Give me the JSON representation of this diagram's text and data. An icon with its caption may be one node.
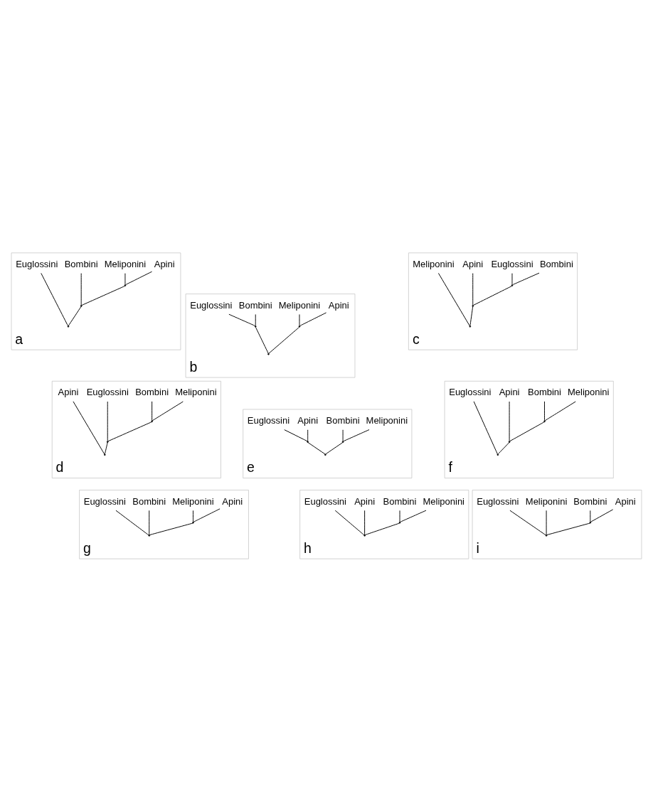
{
  "diagram": {
    "nodes": [
      {
        "text": [
          "a"
        ]
      },
      {
        "text": [
          "Euglossini"
        ],
        "in": 0
      },
      {
        "text": [
          "Bombini"
        ],
        "in": 0
      },
      {
        "text": [
          "Meliponini"
        ],
        "in": 0
      },
      {
        "text": [
          "Apini"
        ],
        "in": 0
      },
      {
        "text": [],
        "shape": "point",
        "in": 0
      },
      {
        "text": [],
        "shape": "point",
        "in": 0
      },
      {
        "text": [],
        "shape": "point",
        "in": 0
      },
      {
        "text": [
          "b"
        ]
      },
      {
        "text": [
          "Euglossini"
        ],
        "in": 8
      },
      {
        "text": [
          "Bombini"
        ],
        "in": 8
      },
      {
        "text": [
          "Meliponini"
        ],
        "in": 8
      },
      {
        "text": [
          "Apini"
        ],
        "in": 8
      },
      {
        "text": [],
        "shape": "point",
        "in": 8
      },
      {
        "text": [],
        "shape": "point",
        "in": 8
      },
      {
        "text": [],
        "shape": "point",
        "in": 8
      },
      {
        "text": [
          "c"
        ]
      },
      {
        "text": [
          "Meliponini"
        ],
        "in": 16
      },
      {
        "text": [
          "Apini"
        ],
        "in": 16
      },
      {
        "text": [
          "Euglossini"
        ],
        "in": 16
      },
      {
        "text": [
          "Bombini"
        ],
        "in": 16
      },
      {
        "text": [],
        "shape": "point",
        "in": 16
      },
      {
        "text": [],
        "shape": "point",
        "in": 16
      },
      {
        "text": [],
        "shape": "point",
        "in": 16
      },
      {
        "text": [
          "d"
        ]
      },
      {
        "text": [
          "Apini"
        ],
        "in": 24
      },
      {
        "text": [
          "Euglossini"
        ],
        "in": 24
      },
      {
        "text": [
          "Bombini"
        ],
        "in": 24
      },
      {
        "text": [
          "Meliponini"
        ],
        "in": 24
      },
      {
        "text": [],
        "shape": "point",
        "in": 24
      },
      {
        "text": [],
        "shape": "point",
        "in": 24
      },
      {
        "text": [],
        "shape": "point",
        "in": 24
      },
      {
        "text": [
          "e"
        ]
      },
      {
        "text": [
          "Euglossini"
        ],
        "in": 32
      },
      {
        "text": [
          "Apini"
        ],
        "in": 32
      },
      {
        "text": [
          "Bombini"
        ],
        "in": 32
      },
      {
        "text": [
          "Meliponini"
        ],
        "in": 32
      },
      {
        "text": [],
        "shape": "point",
        "in": 32
      },
      {
        "text": [],
        "shape": "point",
        "in": 32
      },
      {
        "text": [],
        "shape": "point",
        "in": 32
      },
      {
        "text": [
          "f"
        ]
      },
      {
        "text": [
          "Euglossini"
        ],
        "in": 40
      },
      {
        "text": [
          "Apini"
        ],
        "in": 40
      },
      {
        "text": [
          "Bombini"
        ],
        "in": 40
      },
      {
        "text": [
          "Meliponini"
        ],
        "in": 40
      },
      {
        "text": [],
        "shape": "point",
        "in": 40
      },
      {
        "text": [],
        "shape": "point",
        "in": 40
      },
      {
        "text": [],
        "shape": "point",
        "in": 40
      },
      {
        "text": [
          "g"
        ]
      },
      {
        "text": [
          "Euglossini"
        ],
        "in": 48
      },
      {
        "text": [
          "Bombini"
        ],
        "in": 48
      },
      {
        "text": [
          "Meliponini"
        ],
        "in": 48
      },
      {
        "text": [
          "Apini"
        ],
        "in": 48
      },
      {
        "text": [],
        "shape": "point",
        "in": 48
      },
      {
        "text": [],
        "shape": "point",
        "in": 48
      },
      {
        "text": [
          "h"
        ]
      },
      {
        "text": [
          "Euglossini"
        ],
        "in": 55
      },
      {
        "text": [
          "Apini"
        ],
        "in": 55
      },
      {
        "text": [
          "Bombini"
        ],
        "in": 55
      },
      {
        "text": [
          "Meliponini"
        ],
        "in": 55
      },
      {
        "text": [],
        "shape": "point",
        "in": 55
      },
      {
        "text": [],
        "shape": "point",
        "in": 55
      },
      {
        "text": [
          "i"
        ]
      },
      {
        "text": [
          "Euglossini"
        ],
        "in": 62
      },
      {
        "text": [
          "Meliponini"
        ],
        "in": 62
      },
      {
        "text": [
          "Bombini"
        ],
        "in": 62
      },
      {
        "text": [
          "Apini"
        ],
        "in": 62
      },
      {
        "text": [],
        "shape": "point",
        "in": 62
      },
      {
        "text": [],
        "shape": "point",
        "in": 62
      }
    ],
    "edges": [
      {
        "from": 5,
        "to": 3,
        "arrow": "none"
      },
      {
        "from": 5,
        "to": 4,
        "arrow": "none"
      },
      {
        "from": 6,
        "to": 2,
        "arrow": "none"
      },
      {
        "from": 6,
        "to": 5,
        "arrow": "none"
      },
      {
        "from": 7,
        "to": 1,
        "arrow": "none"
      },
      {
        "from": 7,
        "to": 6,
        "arrow": "none"
      },
      {
        "from": 13,
        "to": 9,
        "arrow": "none"
      },
      {
        "from": 13,
        "to": 10,
        "arrow": "none"
      },
      {
        "from": 14,
        "to": 11,
        "arrow": "none"
      },
      {
        "from": 14,
        "to": 12,
        "arrow": "none"
      },
      {
        "from": 15,
        "to": 13,
        "arrow": "none"
      },
      {
        "from": 15,
        "to": 14,
        "arrow": "none"
      },
      {
        "from": 21,
        "to": 19,
        "arrow": "none"
      },
      {
        "from": 21,
        "to": 20,
        "arrow": "none"
      },
      {
        "from": 22,
        "to": 18,
        "arrow": "none"
      },
      {
        "from": 22,
        "to": 21,
        "arrow": "none"
      },
      {
        "from": 23,
        "to": 17,
        "arrow": "none"
      },
      {
        "from": 23,
        "to": 22,
        "arrow": "none"
      },
      {
        "from": 29,
        "to": 27,
        "arrow": "none"
      },
      {
        "from": 29,
        "to": 28,
        "arrow": "none"
      },
      {
        "from": 30,
        "to": 26,
        "arrow": "none"
      },
      {
        "from": 30,
        "to": 29,
        "arrow": "none"
      },
      {
        "from": 31,
        "to": 25,
        "arrow": "none"
      },
      {
        "from": 31,
        "to": 30,
        "arrow": "none"
      },
      {
        "from": 37,
        "to": 33,
        "arrow": "none"
      },
      {
        "from": 37,
        "to": 34,
        "arrow": "none"
      },
      {
        "from": 38,
        "to": 35,
        "arrow": "none"
      },
      {
        "from": 38,
        "to": 36,
        "arrow": "none"
      },
      {
        "from": 39,
        "to": 37,
        "arrow": "none"
      },
      {
        "from": 39,
        "to": 38,
        "arrow": "none"
      },
      {
        "from": 45,
        "to": 43,
        "arrow": "none"
      },
      {
        "from": 45,
        "to": 44,
        "arrow": "none"
      },
      {
        "from": 46,
        "to": 42,
        "arrow": "none"
      },
      {
        "from": 46,
        "to": 45,
        "arrow": "none"
      },
      {
        "from": 47,
        "to": 41,
        "arrow": "none"
      },
      {
        "from": 47,
        "to": 46,
        "arrow": "none"
      },
      {
        "from": 53,
        "to": 49,
        "arrow": "none"
      },
      {
        "from": 53,
        "to": 50,
        "arrow": "none"
      },
      {
        "from": 54,
        "to": 51,
        "arrow": "none"
      },
      {
        "from": 54,
        "to": 52,
        "arrow": "none"
      },
      {
        "from": 53,
        "to": 54,
        "arrow": "none"
      },
      {
        "from": 60,
        "to": 56,
        "arrow": "none"
      },
      {
        "from": 60,
        "to": 57,
        "arrow": "none"
      },
      {
        "from": 61,
        "to": 58,
        "arrow": "none"
      },
      {
        "from": 61,
        "to": 59,
        "arrow": "none"
      },
      {
        "from": 60,
        "to": 61,
        "arrow": "none"
      },
      {
        "from": 67,
        "to": 63,
        "arrow": "none"
      },
      {
        "from": 67,
        "to": 64,
        "arrow": "none"
      },
      {
        "from": 68,
        "to": 65,
        "arrow": "none"
      },
      {
        "from": 68,
        "to": 66,
        "arrow": "none"
      },
      {
        "from": 67,
        "to": 68,
        "arrow": "none"
      }
    ]
  }
}
